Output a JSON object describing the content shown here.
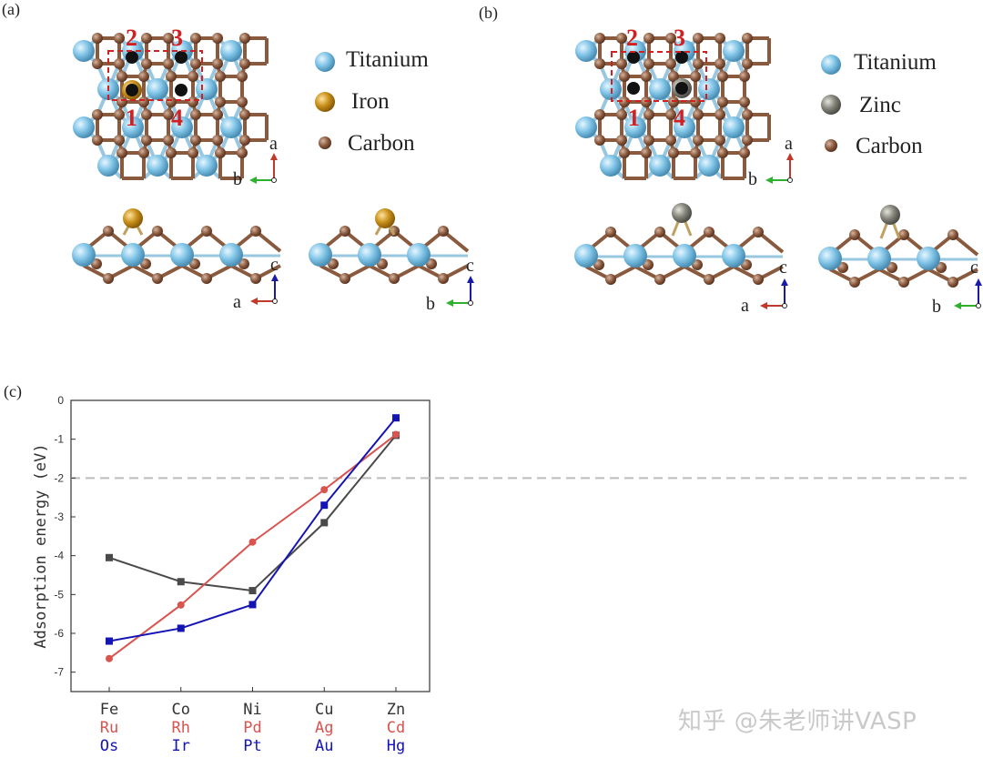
{
  "panel_a": {
    "label": "(a)",
    "site_labels": [
      "2",
      "3",
      "1",
      "4"
    ],
    "legend": [
      {
        "name": "Titanium",
        "color": "#7ec3e6"
      },
      {
        "name": "Iron",
        "color": "#c8901a"
      },
      {
        "name": "Carbon",
        "color": "#9a6a4e"
      }
    ],
    "axes_top": {
      "up": "a",
      "left": "b"
    },
    "axes_side1": {
      "up": "c",
      "left": "a"
    },
    "axes_side2": {
      "up": "c",
      "left": "b"
    }
  },
  "panel_b": {
    "label": "(b)",
    "site_labels": [
      "2",
      "3",
      "1",
      "4"
    ],
    "legend": [
      {
        "name": "Titanium",
        "color": "#7ec3e6"
      },
      {
        "name": "Zinc",
        "color": "#7a7a72"
      },
      {
        "name": "Carbon",
        "color": "#9a6a4e"
      }
    ],
    "axes_top": {
      "up": "a",
      "left": "b"
    },
    "axes_side1": {
      "up": "c",
      "left": "a"
    },
    "axes_side2": {
      "up": "c",
      "left": "b"
    }
  },
  "panel_c": {
    "label": "(c)"
  },
  "watermark": "知乎 @朱老师讲VASP",
  "chart_data": {
    "type": "line",
    "ylabel": "Adsorption energy (eV)",
    "xlabel": "",
    "ylim": [
      -7.5,
      0
    ],
    "yticks": [
      "0",
      "-1",
      "-2",
      "-3",
      "-4",
      "-5",
      "-6",
      "-7"
    ],
    "reference_line": -2,
    "categories": [
      [
        "Fe",
        "Ru",
        "Os"
      ],
      [
        "Co",
        "Rh",
        "Ir"
      ],
      [
        "Ni",
        "Pd",
        "Pt"
      ],
      [
        "Cu",
        "Ag",
        "Au"
      ],
      [
        "Zn",
        "Cd",
        "Hg"
      ]
    ],
    "series": [
      {
        "color": "#4a4a4a",
        "marker": "square",
        "values": [
          -4.05,
          -4.67,
          -4.9,
          -3.15,
          -0.9
        ]
      },
      {
        "color": "#d9534f",
        "marker": "circle",
        "values": [
          -6.65,
          -5.27,
          -3.65,
          -2.3,
          -0.88
        ]
      },
      {
        "color": "#1414b4",
        "marker": "square",
        "values": [
          -6.2,
          -5.87,
          -5.26,
          -2.7,
          -0.45
        ]
      }
    ]
  }
}
